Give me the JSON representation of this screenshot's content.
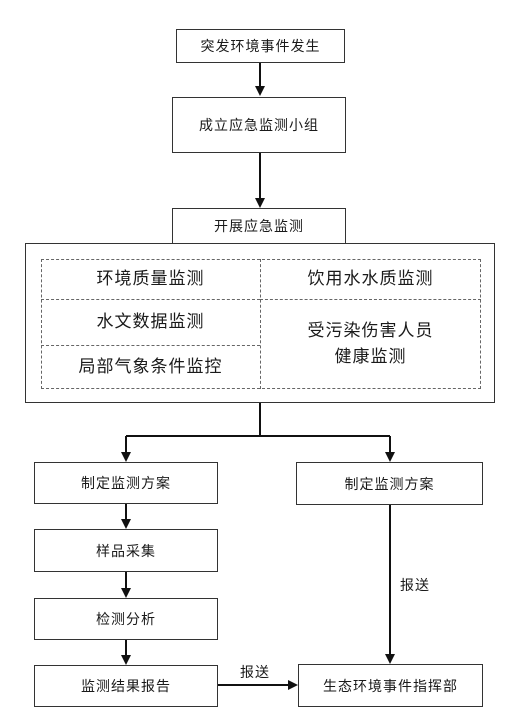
{
  "nodes": {
    "start": "突发环境事件发生",
    "group": "成立应急监测小组",
    "launch": "开展应急监测",
    "env_quality": "环境质量监测",
    "drinking_water": "饮用水水质监测",
    "hydrology": "水文数据监测",
    "meteorology": "局部气象条件监控",
    "health_line1": "受污染伤害人员",
    "health_line2": "健康监测",
    "plan_left": "制定监测方案",
    "plan_right": "制定监测方案",
    "sampling": "样品采集",
    "analysis": "检测分析",
    "report": "监测结果报告",
    "command": "生态环境事件指挥部"
  },
  "edge_labels": {
    "report_to_command": "报送",
    "plan_to_command": "报送"
  }
}
